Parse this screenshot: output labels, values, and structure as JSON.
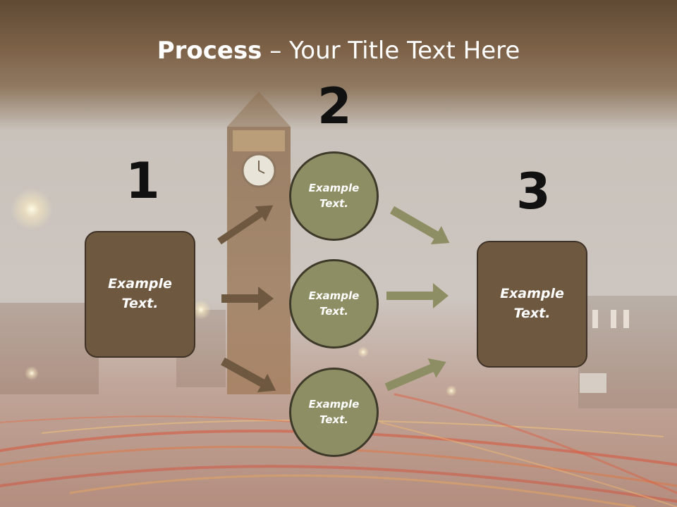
{
  "slide": {
    "title_bold": "Process",
    "title_rest": " – Your Title Text Here"
  },
  "steps": {
    "one": {
      "number": "1",
      "box_text": "Example\nText."
    },
    "two": {
      "number": "2",
      "circles": [
        "Example\nText.",
        "Example\nText.",
        "Example\nText."
      ]
    },
    "three": {
      "number": "3",
      "box_text": "Example\nText."
    }
  },
  "colors": {
    "box_fill": "#6e5840",
    "circle_fill": "#8e8e64",
    "arrow_left": "#6e5840",
    "arrow_right": "#8e8e64"
  }
}
